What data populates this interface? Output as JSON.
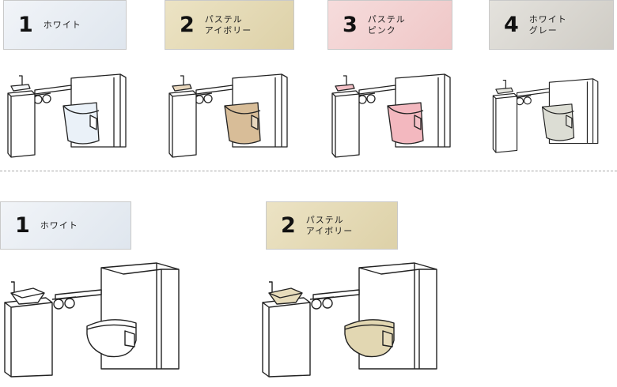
{
  "top_row": {
    "items": [
      {
        "number": "1",
        "name_lines": [
          "ホワイト"
        ],
        "colors": {
          "swatch_from": "#f1f4f8",
          "swatch_to": "#dfe6ee",
          "toilet": "#eaf1f8",
          "basin": "#f6f8fa"
        }
      },
      {
        "number": "2",
        "name_lines": [
          "パステル",
          "アイボリー"
        ],
        "colors": {
          "swatch_from": "#ece3c4",
          "swatch_to": "#ddd1a8",
          "toilet": "#d8bd98",
          "basin": "#e8d7bd"
        }
      },
      {
        "number": "3",
        "name_lines": [
          "パステル",
          "ピンク"
        ],
        "colors": {
          "swatch_from": "#f6dcdc",
          "swatch_to": "#efc7c7",
          "toilet": "#f3b8bf",
          "basin": "#f3c0c6"
        }
      },
      {
        "number": "4",
        "name_lines": [
          "ホワイト",
          "グレー"
        ],
        "colors": {
          "swatch_from": "#e4e2dd",
          "swatch_to": "#cfccc5",
          "toilet": "#dcddd4",
          "basin": "#e6e6df"
        }
      }
    ]
  },
  "bottom_row": {
    "items": [
      {
        "number": "1",
        "name_lines": [
          "ホワイト"
        ],
        "colors": {
          "swatch_from": "#f1f4f8",
          "swatch_to": "#dfe6ee",
          "toilet": "#ffffff",
          "basin": "#ffffff"
        }
      },
      {
        "number": "2",
        "name_lines": [
          "パステル",
          "アイボリー"
        ],
        "colors": {
          "swatch_from": "#ece3c4",
          "swatch_to": "#ddd1a8",
          "toilet": "#e2d7b2",
          "basin": "#e7dcbb"
        }
      }
    ]
  }
}
